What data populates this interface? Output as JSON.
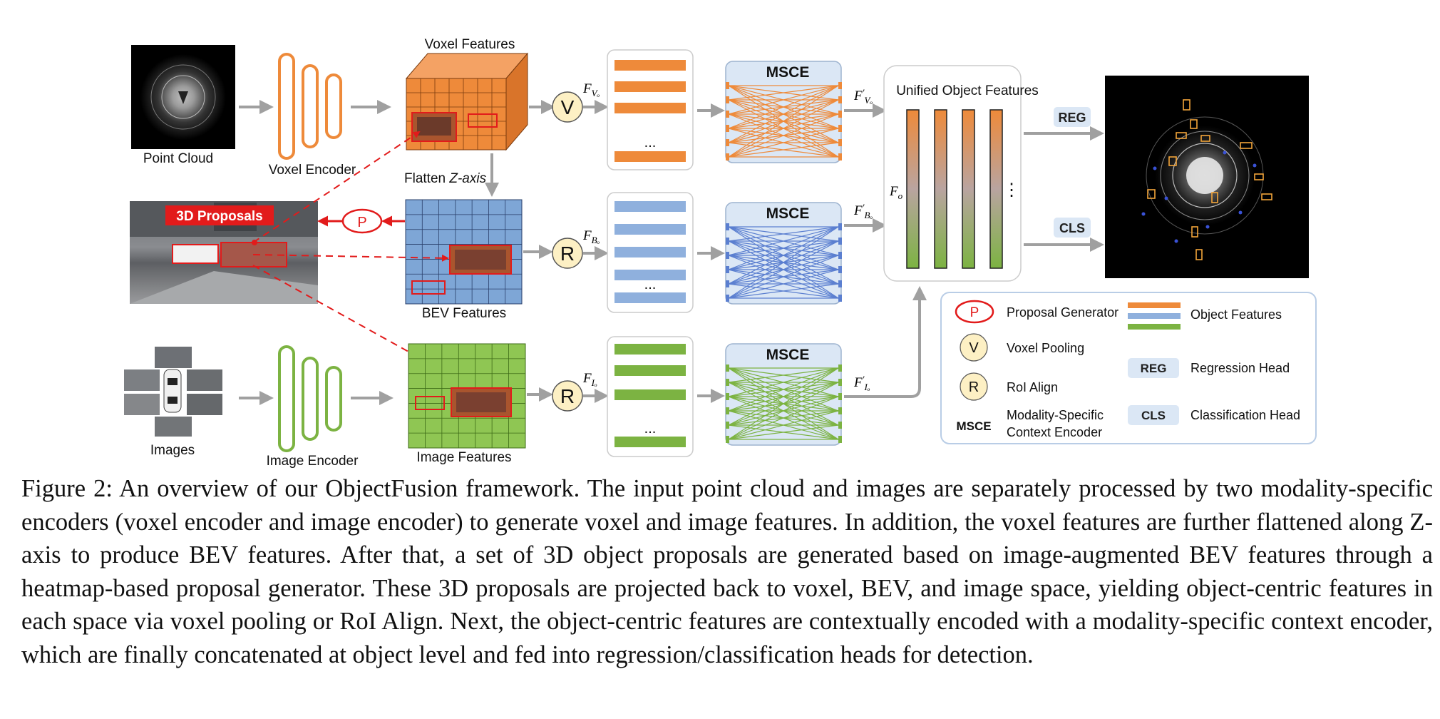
{
  "labels": {
    "point_cloud": "Point Cloud",
    "voxel_encoder": "Voxel Encoder",
    "voxel_features": "Voxel Features",
    "flatten_prefix": "Flatten ",
    "flatten_axis": "Z-axis",
    "bev_features": "BEV Features",
    "images": "Images",
    "image_encoder": "Image Encoder",
    "image_features": "Image Features",
    "proposals_3d": "3D Proposals",
    "unified": "Unified Object Features",
    "msce": "MSCE",
    "reg": "REG",
    "cls": "CLS",
    "op_v": "V",
    "op_r": "R",
    "op_p": "P",
    "ellipsis": "...",
    "vdots": "⋮"
  },
  "math": {
    "f_base": "F",
    "prime": "′",
    "sub_vo": "Vₒ",
    "sub_bo": "Bₒ",
    "sub_io": "Iₒ",
    "sub_o": "o"
  },
  "legend": {
    "proposal_generator": "Proposal Generator",
    "voxel_pooling": "Voxel Pooling",
    "roi_align": "RoI Align",
    "msce_abbr": "MSCE",
    "msce_line1": "Modality-Specific",
    "msce_line2": "Context Encoder",
    "object_features": "Object Features",
    "reg_abbr": "REG",
    "regression_head": "Regression Head",
    "cls_abbr": "CLS",
    "classification_head": "Classification Head"
  },
  "colors": {
    "voxel": "#ee8a3a",
    "bev": "#8fb0dd",
    "image": "#7cb342",
    "red": "#e21b1b",
    "msce_bg": "#dbe7f5",
    "arrow": "#a0a0a0"
  },
  "caption": "Figure 2: An overview of our ObjectFusion framework. The input point cloud and images are separately processed by two modality-specific encoders (voxel encoder and image encoder) to generate voxel and image features. In addition, the voxel features are further flattened along Z-axis to produce BEV features. After that, a set of 3D object proposals are generated based on image-augmented BEV features through a heatmap-based proposal generator. These 3D proposals are projected back to voxel, BEV, and image space, yielding object-centric features in each space via voxel pooling or RoI Align. Next, the object-centric features are contextually encoded with a modality-specific context encoder, which are finally concatenated at object level and fed into regression/classification heads for detection."
}
